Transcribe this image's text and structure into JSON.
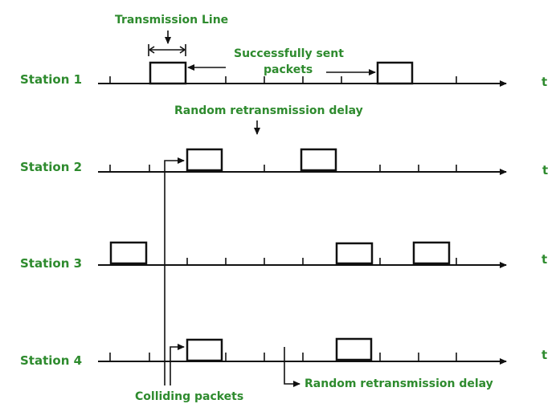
{
  "colors": {
    "label": "#2e8b2e",
    "line": "#111111"
  },
  "axis_label": "t",
  "stations": [
    {
      "name": "Station 1"
    },
    {
      "name": "Station 2"
    },
    {
      "name": "Station 3"
    },
    {
      "name": "Station 4"
    }
  ],
  "annotations": {
    "transmission_line": "Transmission Line",
    "successfully_sent_line1": "Successfully  sent",
    "successfully_sent_line2": "packets",
    "random_delay_top": "Random  retransmission delay",
    "random_delay_bottom": "Random  retransmission delay",
    "colliding_packets": "Colliding  packets"
  }
}
